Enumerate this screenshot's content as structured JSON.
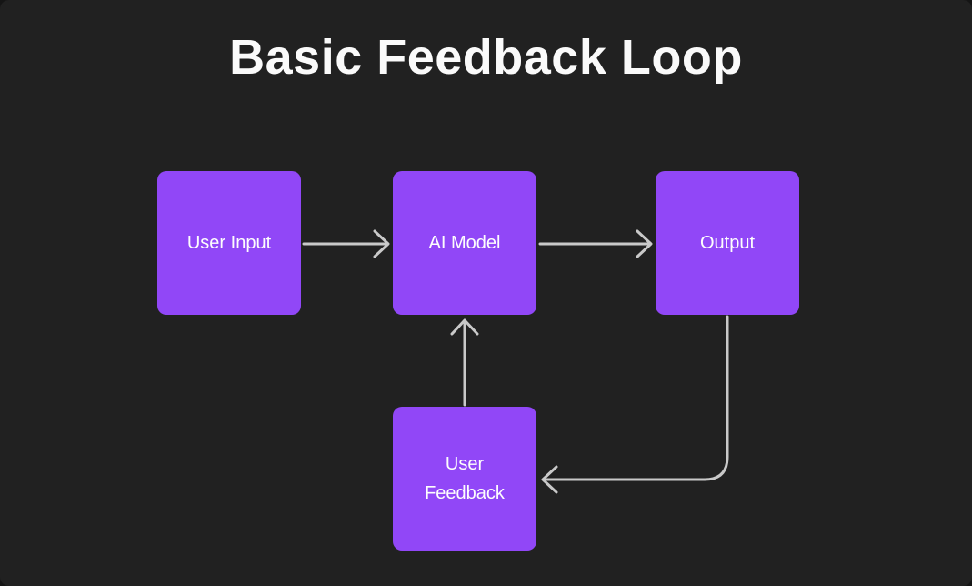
{
  "diagram": {
    "title": "Basic Feedback Loop",
    "nodes": [
      {
        "id": "user-input",
        "label": "User Input"
      },
      {
        "id": "ai-model",
        "label": "AI Model"
      },
      {
        "id": "output",
        "label": "Output"
      },
      {
        "id": "user-feedback",
        "label": "User Feedback"
      }
    ],
    "edges": [
      {
        "from": "user-input",
        "to": "ai-model",
        "direction": "right"
      },
      {
        "from": "ai-model",
        "to": "output",
        "direction": "right"
      },
      {
        "from": "output",
        "to": "user-feedback",
        "direction": "down-then-left"
      },
      {
        "from": "user-feedback",
        "to": "ai-model",
        "direction": "up"
      }
    ]
  },
  "colors": {
    "background": "#212121",
    "node_fill": "#9147f7",
    "node_text": "#fdfdfd",
    "title_text": "#fafafa",
    "connector": "#c9c9c9"
  }
}
